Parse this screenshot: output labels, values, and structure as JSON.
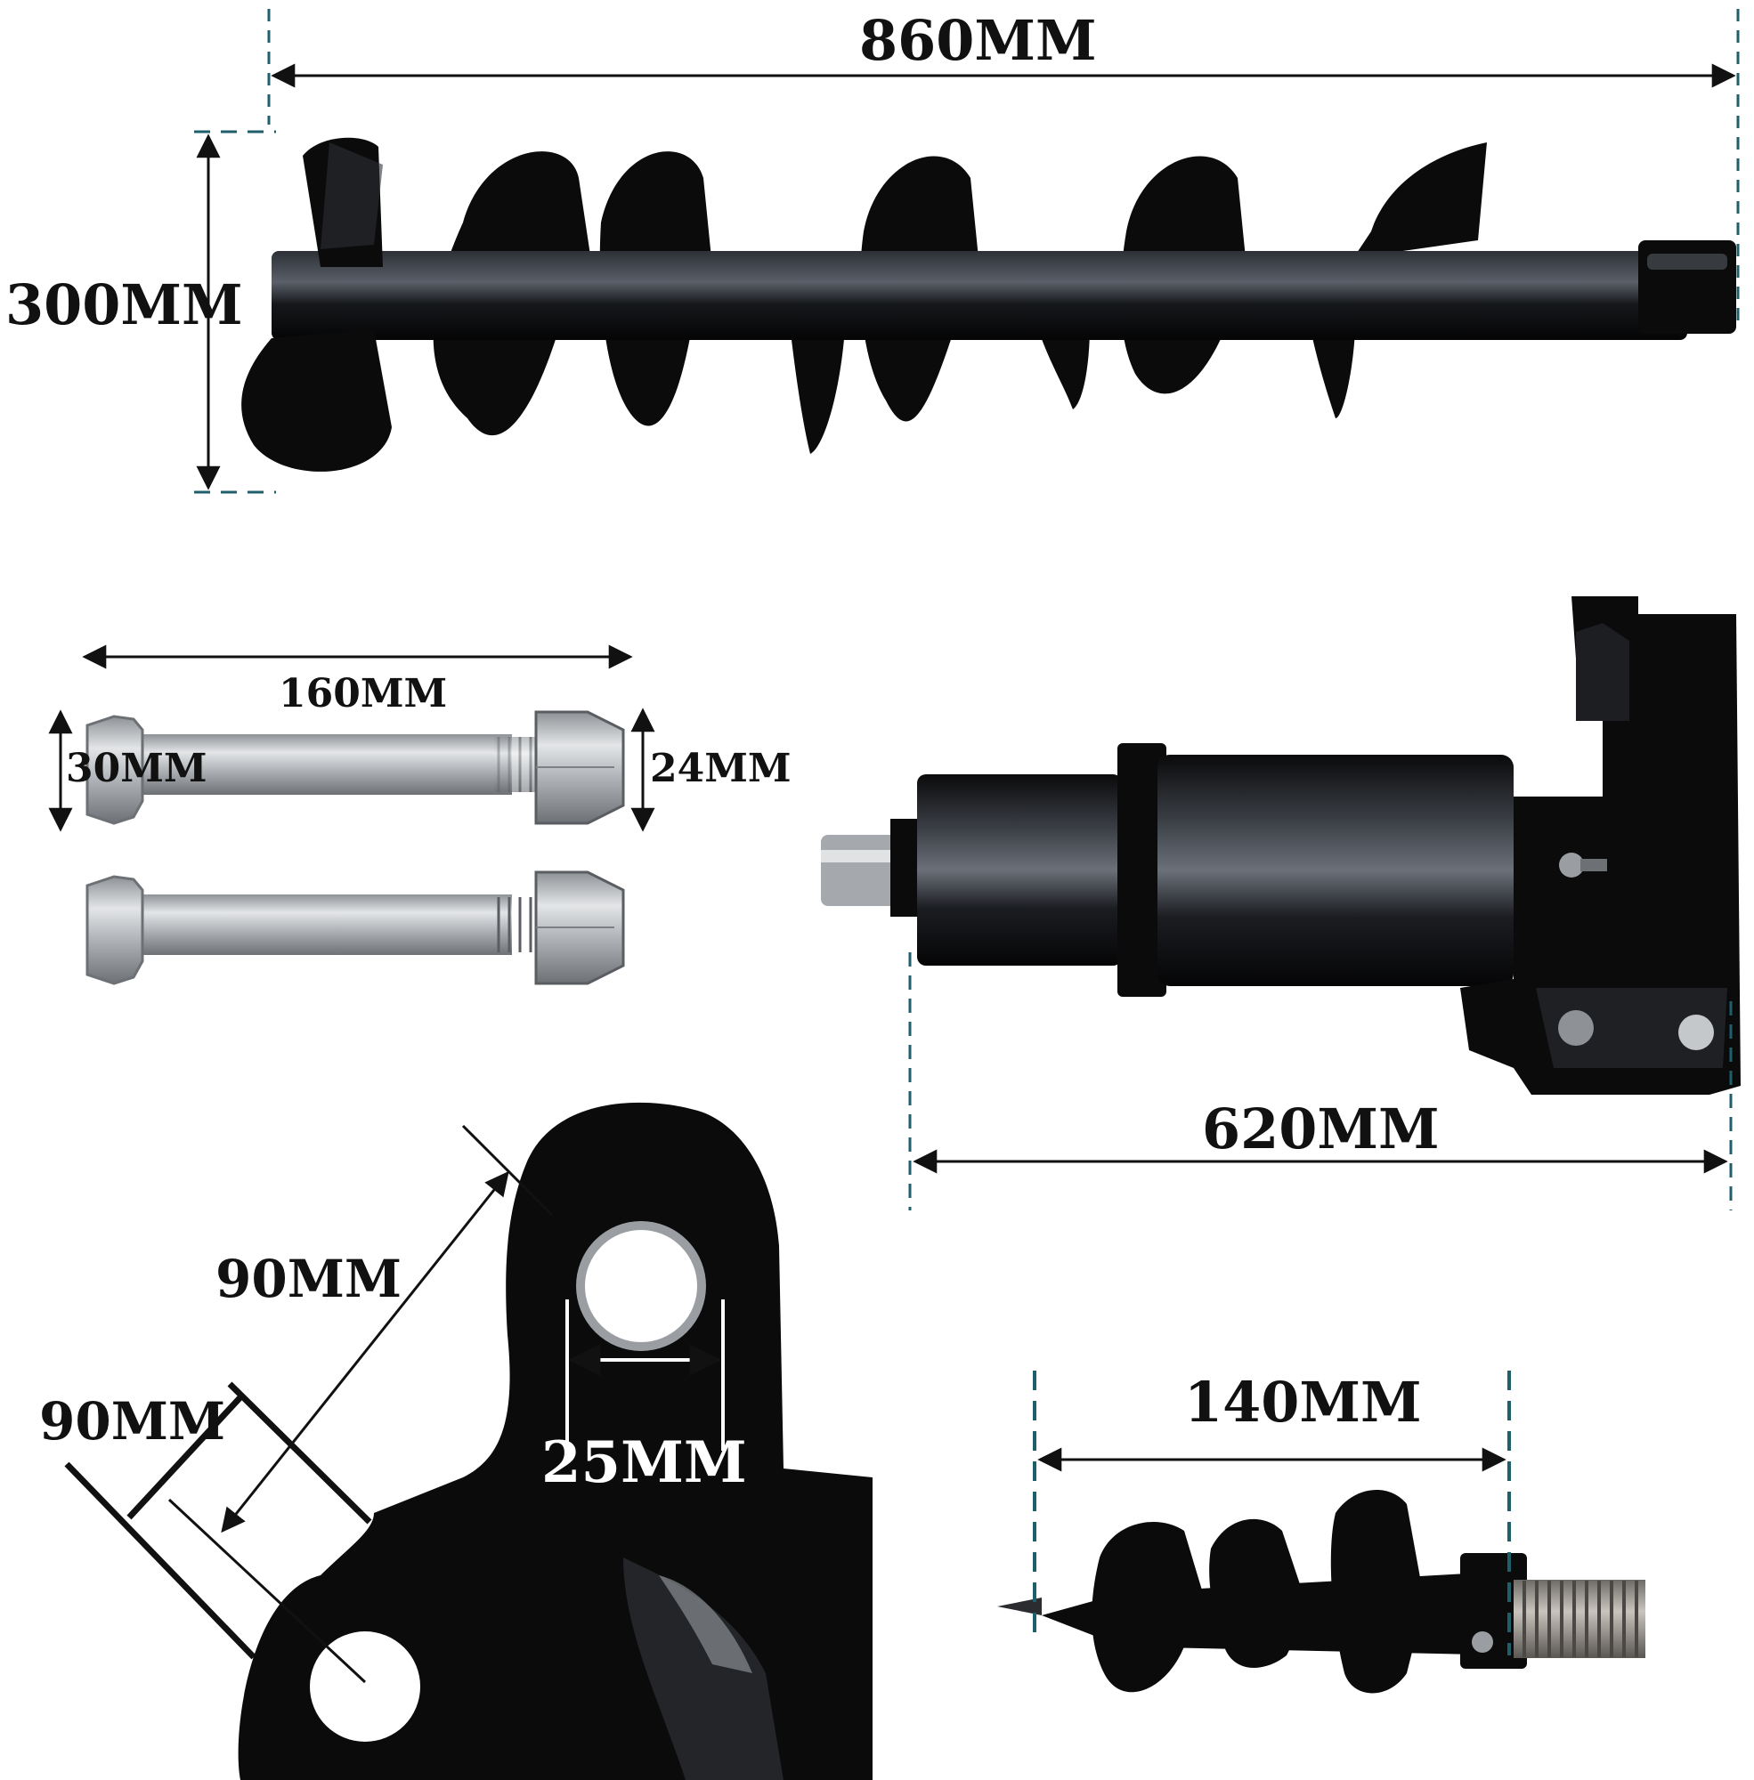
{
  "dimensions": {
    "auger_length": "860MM",
    "auger_diameter": "300MM",
    "bolt_length": "160MM",
    "bolt_head": "30MM",
    "bolt_nut": "24MM",
    "drive_length": "620MM",
    "bracket_side_a": "90MM",
    "bracket_side_b": "90MM",
    "pin_hole": "25MM",
    "pilot_bit_length": "140MM"
  },
  "colors": {
    "metal_black": "#0b0b0c",
    "metal_highlight": "#3a3d44",
    "steel_grey": "#b9bcc0",
    "dimension_line": "#111111",
    "guide_dash": "#1f5f6b",
    "background": "#ffffff"
  }
}
